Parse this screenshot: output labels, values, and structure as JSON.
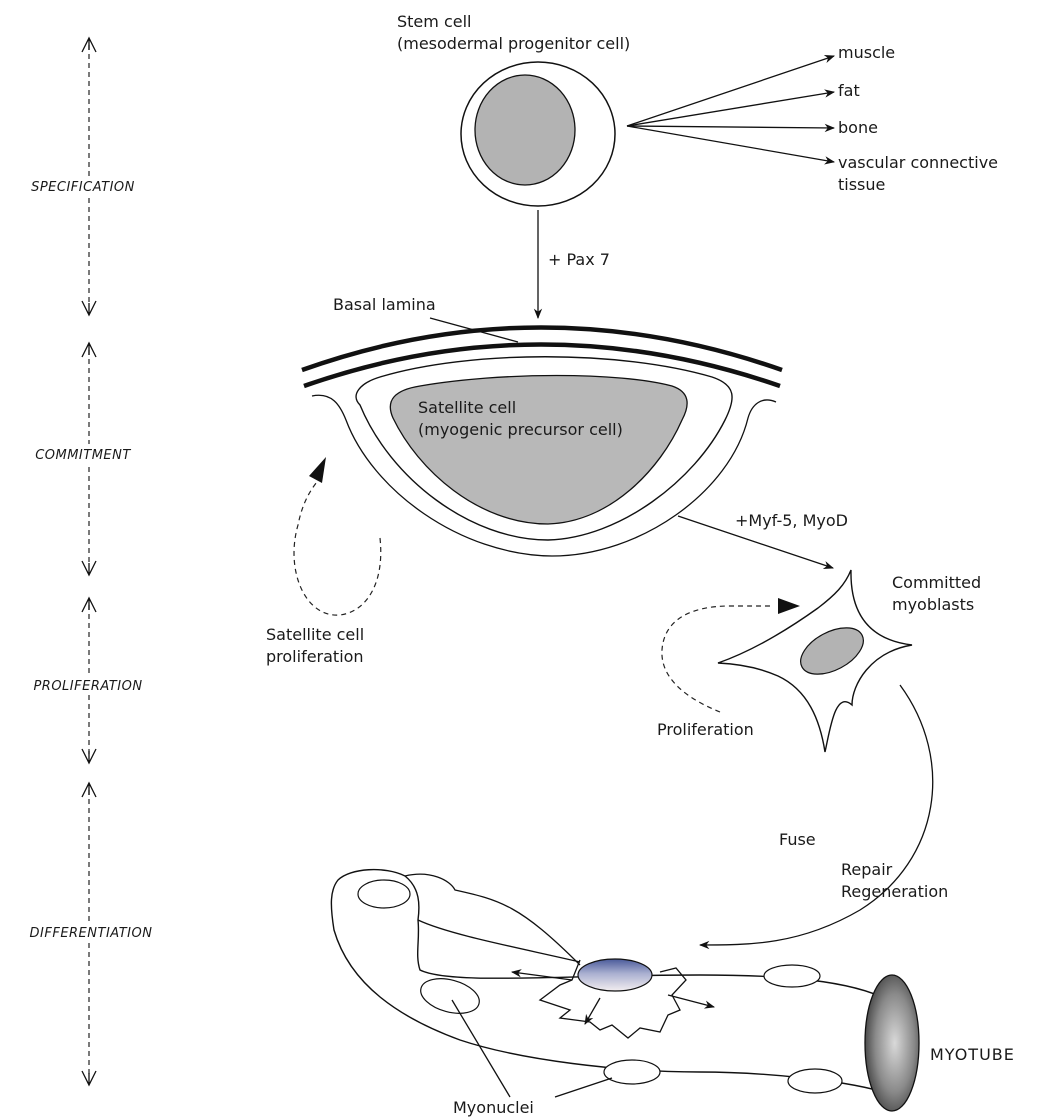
{
  "stages": {
    "specification": "SPECIFICATION",
    "commitment": "COMMITMENT",
    "proliferation": "PROLIFERATION",
    "differentiation": "DIFFERENTIATION"
  },
  "stem_cell": {
    "line1": "Stem cell",
    "line2": "(mesodermal progenitor cell)"
  },
  "fates": {
    "muscle": "muscle",
    "fat": "fat",
    "bone": "bone",
    "vascular_line1": "vascular connective",
    "vascular_line2": "tissue"
  },
  "pax7": "+ Pax 7",
  "basal_lamina": "Basal lamina",
  "satellite_cell": {
    "line1": "Satellite cell",
    "line2": "(myogenic precursor cell)"
  },
  "satellite_prolif": {
    "line1": "Satellite cell",
    "line2": "proliferation"
  },
  "myf5": "+Myf-5, MyoD",
  "committed": {
    "line1": "Committed",
    "line2": "myoblasts"
  },
  "proliferation": "Proliferation",
  "fuse": "Fuse",
  "repair": {
    "line1": "Repair",
    "line2": "Regeneration"
  },
  "myotube": "MYOTUBE",
  "myonuclei": "Myonuclei",
  "colors": {
    "nucleus_fill": "#b3b3b3",
    "satellite_fill": "#b8b8b8",
    "line": "#111111"
  }
}
